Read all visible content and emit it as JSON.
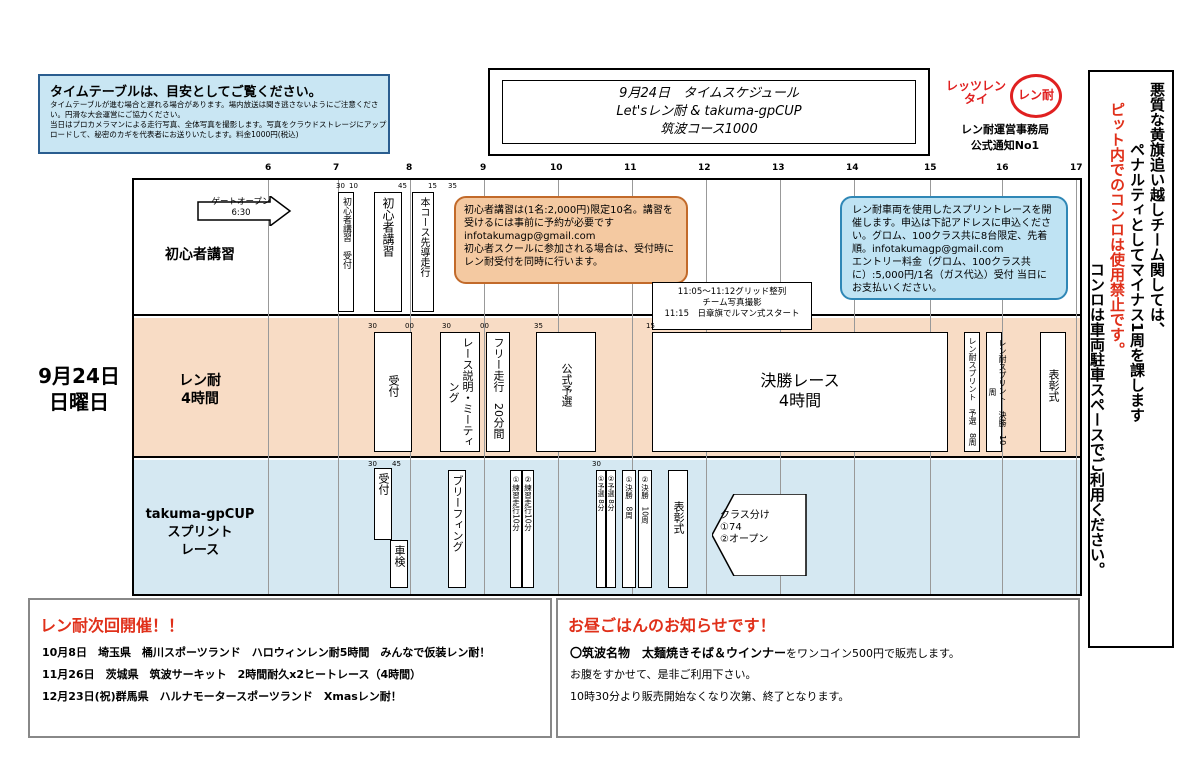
{
  "scroll": {
    "caption": "タイムテーブルは、目安としてご覧ください。",
    "line1": "タイムテーブルが進む場合と遅れる場合があります。場内放送は聞き逃さないようにご注意ください。円滑な大会運営にご協力ください。",
    "line2": "当日はプロカメラマンによる走行写真、全体写真を撮影します。写真をクラウドストレージにアップロードして、秘密のカギを代表者にお送りいたします。料金1000円(税込)"
  },
  "title": {
    "line1": "9月24日　タイムスケジュール",
    "line2": "Let'sレン耐 & takuma-gpCUP",
    "line3": "筑波コース1000"
  },
  "logo": {
    "left": "レッツレンタイ",
    "right": "レン耐"
  },
  "office": {
    "line1": "レン耐運営事務局",
    "line2": "公式通知No1"
  },
  "notice": {
    "col1": "悪質な黄旗追い越しチーム関しては、",
    "col2": "ペナルティとしてマイナス1周を課します",
    "col3": "ピット内でのコンロは使用禁止です。",
    "col4": "コンロは車両駐車スペースでご利用ください。"
  },
  "hours": [
    "6",
    "7",
    "8",
    "9",
    "10",
    "11",
    "12",
    "13",
    "14",
    "15",
    "16",
    "17"
  ],
  "day": {
    "line1": "9月24日",
    "line2": "日曜日"
  },
  "rows": {
    "r1": "初心者講習",
    "r2": "レン耐\n4時間",
    "r3": "takuma-gpCUP\nスプリント\nレース"
  },
  "r1": {
    "gate": "ゲートオープン\n6:30",
    "b1": "初心者講習　受付",
    "b2": "初心者講習",
    "b3": "本コース先導走行",
    "m1": "30",
    "m2": "10",
    "m3": "45",
    "m4": "15",
    "m5": "35",
    "cloud": "初心者講習は(1名:2,000円)限定10名。講習を受けるには事前に予約が必要です\ninfotakumagp@gmail.com\n初心者スクールに参加される場合は、受付時にレン耐受付を同時に行います。",
    "callout": "11:05～11:12グリッド整列\nチーム写真撮影\n11:15　日章旗でルマン式スタート",
    "cloud2": "レン耐車両を使用したスプリントレースを開催します。申込は下記アドレスに申込ください。グロム、100クラス共に8台限定、先着順。infotakumagp@gmail.com\nエントリー料金（グロム、100クラス共に）:5,000円/1名（ガス代込）受付 当日にお支払いください。"
  },
  "r2": {
    "b1": "受付",
    "b2": "レース説明・ミーティング",
    "b3": "フリー走行　20分間",
    "b4": "公式予選",
    "final": "決勝レース\n4時間",
    "b5": "レン耐スプリント　予選　8周",
    "b6": "レン耐スプリント　決勝　10周",
    "b7": "表彰式",
    "m1": "30",
    "m2": "00",
    "m3": "30",
    "m4": "00",
    "m5": "35",
    "m6": "15"
  },
  "r3": {
    "b1": "受付",
    "b2": "車検",
    "b3": "ブリーフィング",
    "b4": "①練習走行10分",
    "b5": "②練習走行10分",
    "b6": "①予選 8分",
    "b7": "②予選 8分",
    "b8": "①決勝　8周",
    "b9": "②決勝　10周",
    "b10": "表彰式",
    "cls": "クラス分け\n①74\n②オープン",
    "m1": "30",
    "m2": "45",
    "m3": "30"
  },
  "bottom1": {
    "head": "レン耐次回開催！！",
    "l1": "10月8日　埼玉県　桶川スポーツランド　ハロウィンレン耐5時間　みんなで仮装レン耐！",
    "l2": "11月26日　茨城県　筑波サーキット　2時間耐久x2ヒートレース（4時間）",
    "l3": "12月23日(祝)群馬県　ハルナモータースポーツランド　Xmasレン耐！"
  },
  "bottom2": {
    "head": "お昼ごはんのお知らせです！",
    "l1a": "〇筑波名物　太麺焼きそば＆ウインナー",
    "l1b": "をワンコイン500円で販売します。",
    "l2": "お腹をすかせて、是非ご利用下さい。",
    "l3": "10時30分より販売開始なくなり次第、終了となります。"
  },
  "colors": {
    "row2": "#f8dcc5",
    "row3": "#d5e8f2",
    "accent": "#e0301a"
  }
}
